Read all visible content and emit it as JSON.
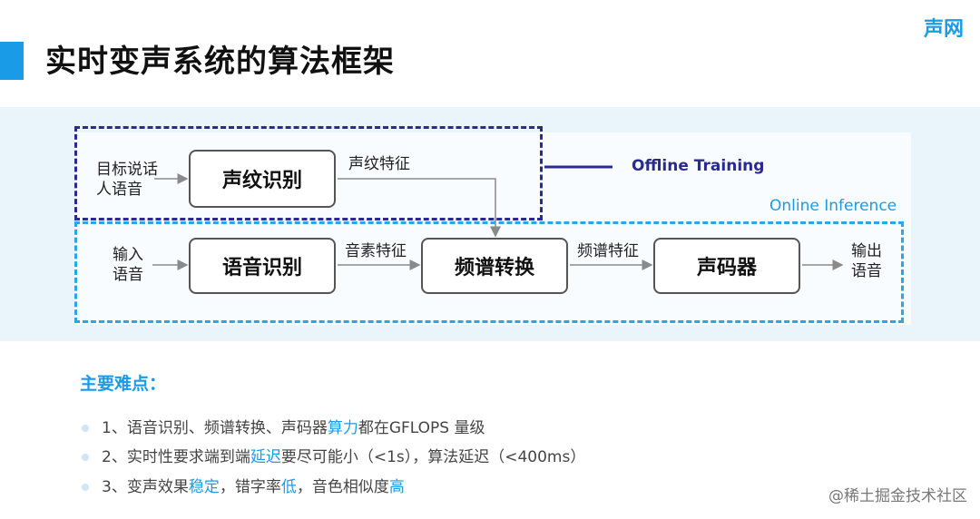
{
  "header": {
    "title": "实时变声系统的算法框架",
    "logo": "声网"
  },
  "diagram": {
    "inputs": {
      "target_speaker": [
        "目标说话",
        "人语音"
      ],
      "input_speech": [
        "输入",
        "语音"
      ],
      "output_speech": [
        "输出",
        "语音"
      ]
    },
    "nodes": {
      "voiceprint": "声纹识别",
      "asr": "语音识别",
      "spectrum": "频谱转换",
      "vocoder": "声码器"
    },
    "edges": {
      "voiceprint_feature": "声纹特征",
      "phoneme_feature": "音素特征",
      "spectrum_feature": "频谱特征"
    },
    "legend": {
      "offline": "Offline Training",
      "online": "Online Inference"
    }
  },
  "difficulties": {
    "title": "主要难点：",
    "items": [
      {
        "parts": [
          {
            "t": "1、语音识别、频谱转换、声码器",
            "hl": false
          },
          {
            "t": "算力",
            "hl": true
          },
          {
            "t": "都在GFLOPS 量级",
            "hl": false
          }
        ]
      },
      {
        "parts": [
          {
            "t": "2、实时性要求端到端",
            "hl": false
          },
          {
            "t": "延迟",
            "hl": true
          },
          {
            "t": "要尽可能小（<1s），算法延迟（<400ms）",
            "hl": false
          }
        ]
      },
      {
        "parts": [
          {
            "t": "3、变声效果",
            "hl": false
          },
          {
            "t": "稳定",
            "hl": true
          },
          {
            "t": "，错字率",
            "hl": false
          },
          {
            "t": "低",
            "hl": true
          },
          {
            "t": "，音色相似度",
            "hl": false
          },
          {
            "t": "高",
            "hl": true
          }
        ]
      }
    ]
  },
  "watermark": "@稀土掘金技术社区",
  "colors": {
    "accent": "#1a9be8",
    "offline": "#2b2a8f",
    "online": "#2aa6e6"
  }
}
